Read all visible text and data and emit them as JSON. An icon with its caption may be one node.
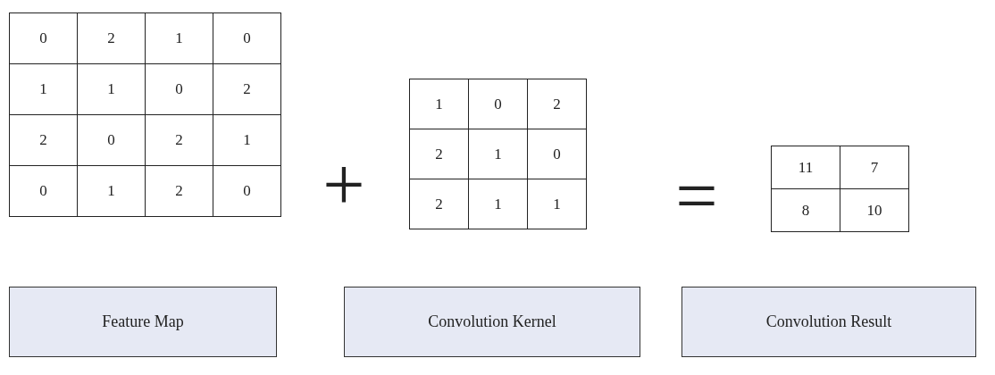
{
  "diagram": {
    "nodes": [
      {
        "text": [
          "Feature Map"
        ]
      },
      {
        "text": [
          "Convolution Kernel"
        ]
      },
      {
        "text": [
          "Convolution Result"
        ]
      }
    ],
    "labels": [
      "0",
      "2",
      "1",
      "0",
      "1",
      "1",
      "0",
      "2",
      "2",
      "0",
      "2",
      "1",
      "0",
      "1",
      "2",
      "0",
      "+",
      "1",
      "0",
      "2",
      "2",
      "1",
      "0",
      "2",
      "1",
      "1",
      "=",
      "11",
      "7",
      "8",
      "10"
    ]
  }
}
